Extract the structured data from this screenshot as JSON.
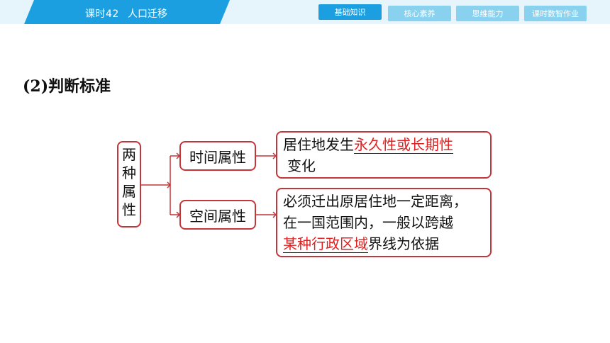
{
  "header": {
    "lesson_number": "课时42",
    "lesson_title": "人口迁移",
    "nav": [
      {
        "label": "基础知识",
        "active": true
      },
      {
        "label": "核心素养",
        "active": false
      },
      {
        "label": "思维能力",
        "active": false
      },
      {
        "label": "课时数智作业",
        "active": false
      }
    ]
  },
  "section": {
    "title": "(2)判断标准"
  },
  "diagram": {
    "root": "两种属性",
    "branches": [
      {
        "attribute": "时间属性",
        "detail_prefix": "居住地发生",
        "detail_highlight": "永久性或长期性",
        "detail_suffix": "变化"
      },
      {
        "attribute": "空间属性",
        "detail_line1": "必须迁出原居住地一定距离，",
        "detail_line2": "在一国范围内，一般以跨越",
        "detail_highlight": "某种行政区域",
        "detail_suffix": "界线为依据"
      }
    ],
    "colors": {
      "border": "#c4353a",
      "highlight": "#e02020"
    }
  }
}
